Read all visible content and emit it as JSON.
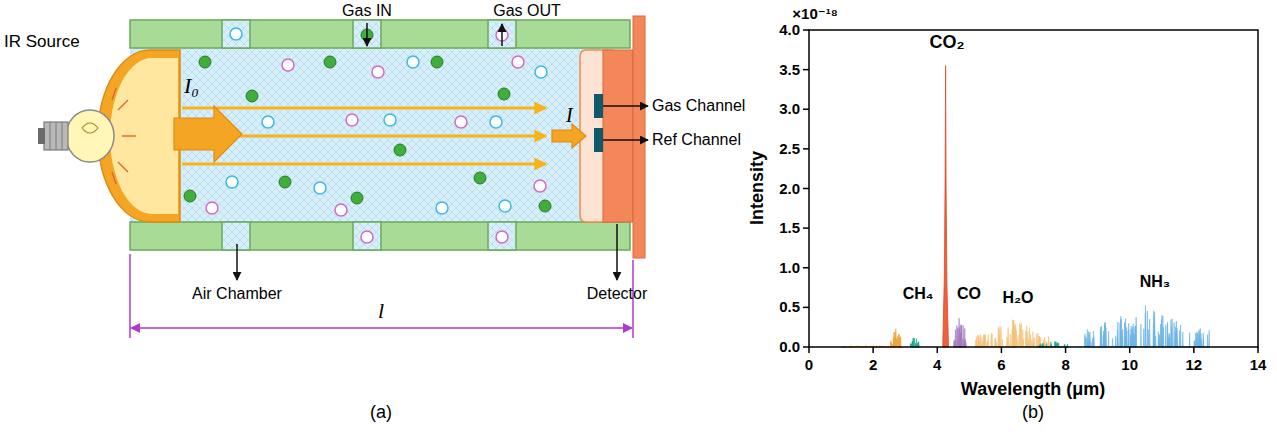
{
  "diagram": {
    "nodes": [
      {
        "text": [
          "I₀"
        ]
      },
      {
        "text": [
          "I"
        ]
      }
    ],
    "labels": [
      "IR Source",
      "Gas IN",
      "Gas OUT",
      "Gas Channel",
      "Ref Channel",
      "Air Chamber",
      "Detector",
      "l",
      "(a)",
      "×10⁻¹⁸",
      "4.0",
      "3.5",
      "3.0",
      "2.5",
      "2.0",
      "1.5",
      "1.0",
      "0.5",
      "0.0",
      "Intensity",
      "0",
      "2",
      "4",
      "6",
      "8",
      "10",
      "12",
      "14",
      "Wavelength (μm)",
      "CO₂",
      "CH₄",
      "CO",
      "H₂O",
      "NH₃",
      "(b)"
    ]
  }
}
